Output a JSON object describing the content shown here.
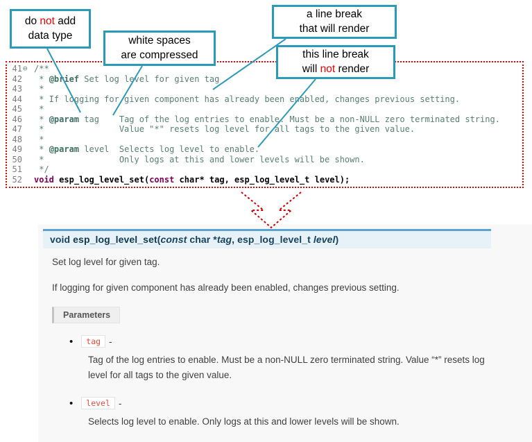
{
  "colors": {
    "callout_border": "#2b9ab8",
    "editor_border": "#e60000",
    "arrow_red": "#d40000",
    "signature_bg": "#e7f1f8",
    "signature_top_border": "#5ba3d0",
    "param_name_red": "#e74c3c"
  },
  "callouts": {
    "box1": {
      "lines": [
        [
          {
            "text": "do "
          },
          {
            "text": "not",
            "red": true
          },
          {
            "text": " add"
          }
        ],
        [
          {
            "text": "data type"
          }
        ]
      ]
    },
    "box2": {
      "lines": [
        [
          {
            "text": "white spaces"
          }
        ],
        [
          {
            "text": "are compressed"
          }
        ]
      ]
    },
    "box3": {
      "lines": [
        [
          {
            "text": "a line break"
          }
        ],
        [
          {
            "text": "that will render"
          }
        ]
      ]
    },
    "box4": {
      "lines": [
        [
          {
            "text": "this line break"
          }
        ],
        [
          {
            "text": "will "
          },
          {
            "text": "not",
            "red": true
          },
          {
            "text": " render"
          }
        ]
      ]
    }
  },
  "editor": {
    "lines": [
      {
        "num": "41",
        "fold": "⊖",
        "segments": [
          {
            "type": "comment",
            "text": "/**"
          }
        ]
      },
      {
        "num": "42",
        "segments": [
          {
            "type": "comment",
            "text": " * "
          },
          {
            "type": "doctag",
            "text": "@brief"
          },
          {
            "type": "comment",
            "text": " Set log level for given tag"
          }
        ]
      },
      {
        "num": "43",
        "segments": [
          {
            "type": "comment",
            "text": " *"
          }
        ]
      },
      {
        "num": "44",
        "segments": [
          {
            "type": "comment",
            "text": " * If logging for given component has already been enabled, changes previous setting."
          }
        ]
      },
      {
        "num": "45",
        "segments": [
          {
            "type": "comment",
            "text": " *"
          }
        ]
      },
      {
        "num": "46",
        "segments": [
          {
            "type": "comment",
            "text": " * "
          },
          {
            "type": "doctag",
            "text": "@param"
          },
          {
            "type": "comment",
            "text": " tag    Tag of the log entries to enable. Must be a non-NULL zero terminated string."
          }
        ]
      },
      {
        "num": "47",
        "segments": [
          {
            "type": "comment",
            "text": " *               Value \"*\" resets log level for all tags to the given value."
          }
        ]
      },
      {
        "num": "48",
        "segments": [
          {
            "type": "comment",
            "text": " *"
          }
        ]
      },
      {
        "num": "49",
        "segments": [
          {
            "type": "comment",
            "text": " * "
          },
          {
            "type": "doctag",
            "text": "@param"
          },
          {
            "type": "comment",
            "text": " level  Selects log level to enable."
          }
        ]
      },
      {
        "num": "50",
        "segments": [
          {
            "type": "comment",
            "text": " *               Only logs at this and lower levels will be shown."
          }
        ]
      },
      {
        "num": "51",
        "segments": [
          {
            "type": "comment",
            "text": " */"
          }
        ]
      },
      {
        "num": "52",
        "segments": [
          {
            "type": "keyword",
            "text": "void"
          },
          {
            "type": "plain",
            "text": " "
          },
          {
            "type": "funcname",
            "text": "esp_log_level_set"
          },
          {
            "type": "plain",
            "text": "("
          },
          {
            "type": "keyword",
            "text": "const"
          },
          {
            "type": "plain",
            "text": " char* tag, esp_log_level_t level);"
          }
        ]
      }
    ]
  },
  "docs": {
    "signature": {
      "segments": [
        {
          "style": "plain",
          "text": "void "
        },
        {
          "style": "name",
          "text": "esp_log_level_set"
        },
        {
          "style": "plain",
          "text": "("
        },
        {
          "style": "em",
          "text": "const"
        },
        {
          "style": "plain",
          "text": " char *"
        },
        {
          "style": "em",
          "text": "tag"
        },
        {
          "style": "plain",
          "text": ", esp_log_level_t "
        },
        {
          "style": "em",
          "text": "level"
        },
        {
          "style": "plain",
          "text": ")"
        }
      ]
    },
    "p1": "Set log level for given tag.",
    "p2": "If logging for given component has already been enabled, changes previous setting.",
    "parameters_label": "Parameters",
    "params": [
      {
        "name": "tag",
        "sep": "-",
        "desc": "Tag of the log entries to enable. Must be a non-NULL zero terminated string. Value “*” resets log level for all tags to the given value."
      },
      {
        "name": "level",
        "sep": "-",
        "desc": "Selects log level to enable. Only logs at this and lower levels will be shown."
      }
    ]
  }
}
